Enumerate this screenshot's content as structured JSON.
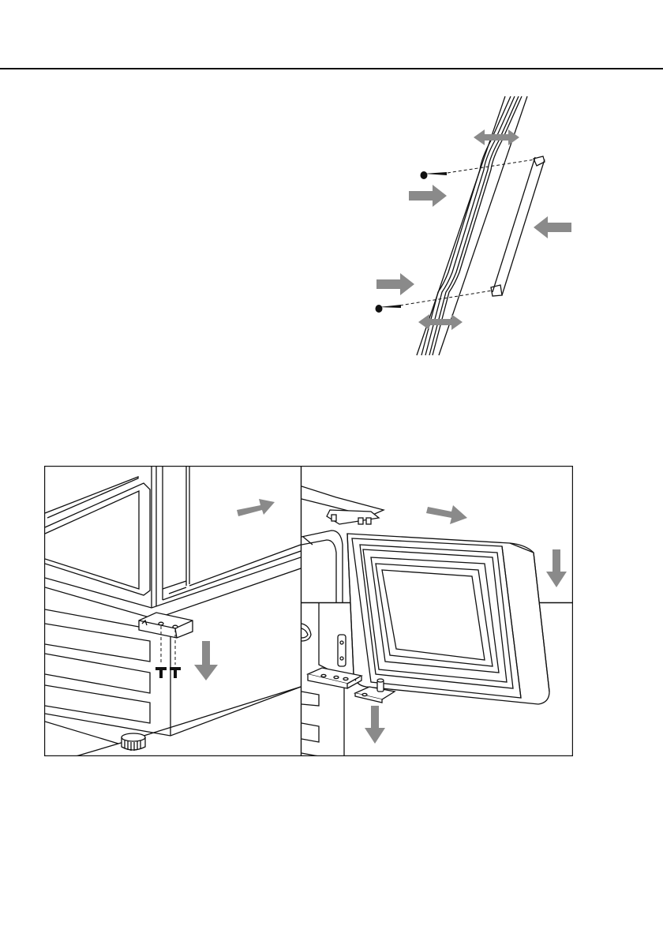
{
  "page": {
    "type": "appliance manual page",
    "text": []
  },
  "figures": [
    {
      "id": "door-seal-mounting",
      "icon": "door-profile-with-screws-and-arrows"
    },
    {
      "id": "hinge-bracket-removal",
      "icon": "cabinet-corner-hinge-bracket"
    },
    {
      "id": "door-lift-off",
      "icon": "door-frame-hinge-pin"
    }
  ],
  "colors": {
    "ink": "#111111",
    "arrow": "#8a8a8a",
    "paper": "#ffffff"
  }
}
